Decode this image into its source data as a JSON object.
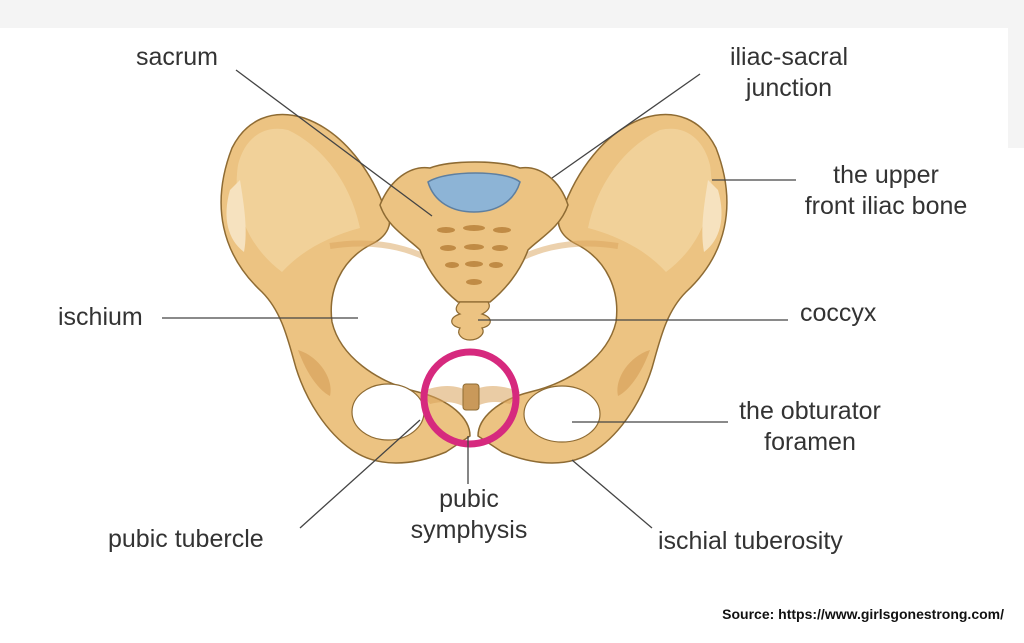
{
  "labels": {
    "sacrum": "sacrum",
    "iliac_sacral": [
      "iliac-sacral",
      "junction"
    ],
    "upper_front_iliac": [
      "the upper",
      "front iliac bone"
    ],
    "ischium": "ischium",
    "coccyx": "coccyx",
    "obturator": [
      "the obturator",
      "foramen"
    ],
    "pubic_tubercle": "pubic tubercle",
    "pubic_symphysis": [
      "pubic",
      "symphysis"
    ],
    "ischial_tuberosity": "ischial tuberosity"
  },
  "source": "Source: https://www.girlsgonestrong.com/",
  "colors": {
    "bone": "#ECC382",
    "bone_dark": "#D9A35B",
    "bone_light": "#F4DAA8",
    "outline": "#8E6B33",
    "cartilage": "#8DB4D6",
    "highlight_circle": "#D6297E",
    "leader_line": "#444444"
  }
}
